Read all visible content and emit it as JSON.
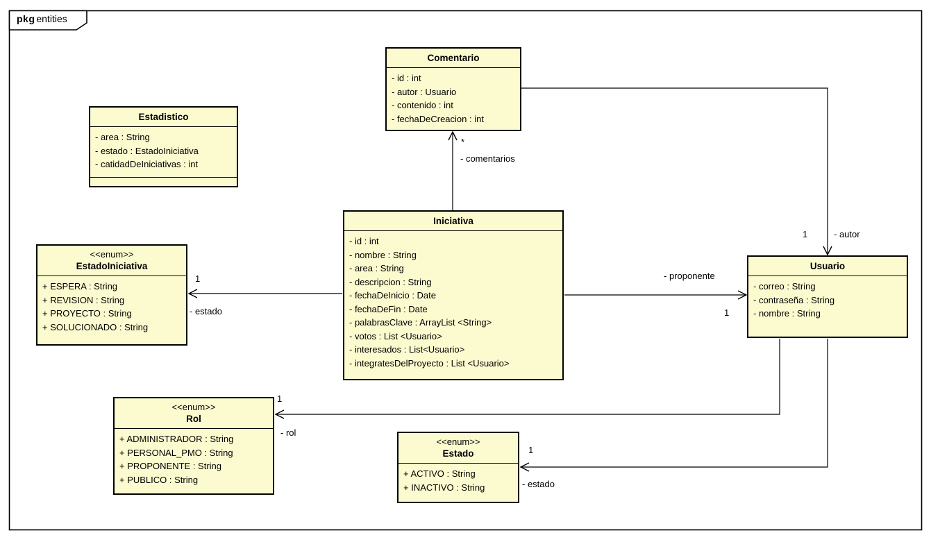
{
  "diagram": {
    "frame_keyword": "pkg",
    "frame_name": "entities"
  },
  "colors": {
    "class_fill": "#FCFBCF",
    "border": "#000000",
    "background": "#FFFFFF"
  },
  "classes": [
    {
      "name": "Comentario",
      "attributes": [
        "- id : int",
        "- autor : Usuario",
        "- contenido : int",
        "- fechaDeCreacion : int"
      ]
    },
    {
      "name": "Estadistico",
      "attributes": [
        "- area : String",
        "- estado : EstadoIniciativa",
        "- catidadDeIniciativas : int"
      ]
    },
    {
      "name": "Iniciativa",
      "attributes": [
        "- id : int",
        "- nombre : String",
        "- area : String",
        "- descripcion : String",
        "- fechaDeInicio : Date",
        "- fechaDeFin : Date",
        "- palabrasClave : ArrayList <String>",
        "- votos : List <Usuario>",
        "- interesados : List<Usuario>",
        "- integratesDelProyecto : List <Usuario>"
      ]
    },
    {
      "stereotype": "<<enum>>",
      "name": "EstadoIniciativa",
      "attributes": [
        "+ ESPERA : String",
        "+ REVISION : String",
        "+ PROYECTO : String",
        "+ SOLUCIONADO : String"
      ]
    },
    {
      "name": "Usuario",
      "attributes": [
        "- correo : String",
        "- contraseña : String",
        "- nombre : String"
      ]
    },
    {
      "stereotype": "<<enum>>",
      "name": "Rol",
      "attributes": [
        "+ ADMINISTRADOR : String",
        "+ PERSONAL_PMO : String",
        "+ PROPONENTE : String",
        "+ PUBLICO : String"
      ]
    },
    {
      "stereotype": "<<enum>>",
      "name": "Estado",
      "attributes": [
        "+ ACTIVO : String",
        "+ INACTIVO : String"
      ]
    }
  ],
  "associations": [
    {
      "from": "Iniciativa",
      "to": "Comentario",
      "multiplicity": "*",
      "role": "- comentarios"
    },
    {
      "from": "Comentario",
      "to": "Usuario",
      "multiplicity": "1",
      "role": "- autor"
    },
    {
      "from": "Iniciativa",
      "to": "EstadoIniciativa",
      "multiplicity": "1",
      "role": "- estado"
    },
    {
      "from": "Iniciativa",
      "to": "Usuario",
      "multiplicity": "1",
      "role": "- proponente"
    },
    {
      "from": "Usuario",
      "to": "Rol",
      "multiplicity": "1",
      "role": "- rol"
    },
    {
      "from": "Usuario",
      "to": "Estado",
      "multiplicity": "1",
      "role": "- estado"
    }
  ]
}
